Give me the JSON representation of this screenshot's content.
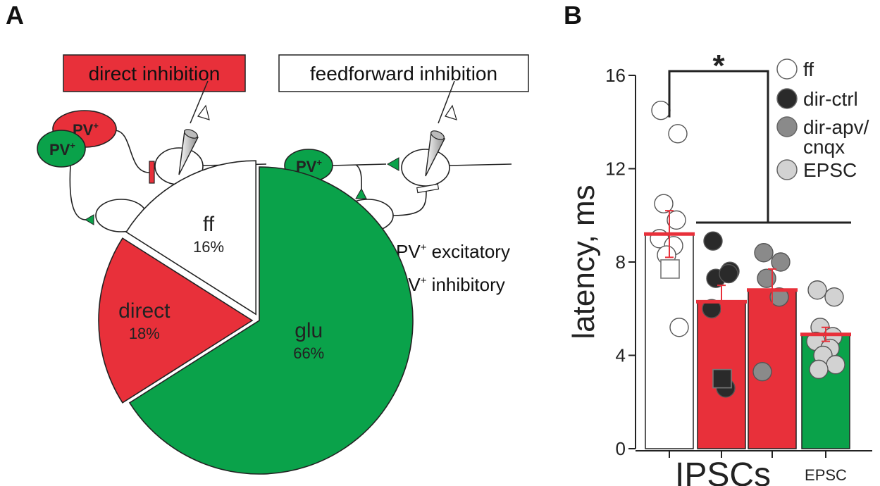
{
  "panels": {
    "a_letter": "A",
    "b_letter": "B"
  },
  "circuit": {
    "direct_box_label": "direct inhibition",
    "feedforward_box_label": "feedforward inhibition",
    "pv_base": "PV",
    "pv_sup": "+"
  },
  "legend_a": {
    "excitatory": " excitatory",
    "inhibitory": " inhibitory"
  },
  "colors": {
    "red": "#e8303a",
    "green": "#0aa24a",
    "dark": "#2a2a2a",
    "mid_gray": "#8a8a8a",
    "light_gray": "#d2d2d2",
    "error": "#e8303a"
  },
  "chart_data": [
    {
      "type": "pie",
      "slices": [
        {
          "label": "glu",
          "pct_label": "66%",
          "value": 66,
          "color": "#0aa24a",
          "exploded": false
        },
        {
          "label": "direct",
          "pct_label": "18%",
          "value": 18,
          "color": "#e8303a",
          "exploded": true
        },
        {
          "label": "ff",
          "pct_label": "16%",
          "value": 16,
          "color": "#ffffff",
          "exploded": true
        }
      ]
    },
    {
      "type": "bar",
      "ylabel": "latency, ms",
      "ylim": [
        0,
        16
      ],
      "yticks": [
        0,
        4,
        8,
        12,
        16
      ],
      "group_labels": [
        "IPSCs",
        "EPSC"
      ],
      "significance": "*",
      "categories": [
        "ff",
        "dir-ctrl",
        "dir-apv/cnqx",
        "EPSC"
      ],
      "legend": [
        {
          "label": "ff",
          "fill": "#ffffff"
        },
        {
          "label": "dir-ctrl",
          "fill": "#2a2a2a"
        },
        {
          "label": "dir-apv/",
          "label2": "cnqx",
          "fill": "#8a8a8a"
        },
        {
          "label": "EPSC",
          "fill": "#d2d2d2"
        }
      ],
      "series": [
        {
          "name": "ff",
          "mean": 9.2,
          "sem": 1.0,
          "bar_fill": "#ffffff",
          "point_fill": "#ffffff",
          "points": [
            14.5,
            13.5,
            10.5,
            9.8,
            9.0,
            8.7,
            8.3,
            5.2
          ],
          "squares": [
            7.7
          ]
        },
        {
          "name": "dir-ctrl",
          "mean": 6.3,
          "sem": 0.7,
          "bar_fill": "#e8303a",
          "point_fill": "#2a2a2a",
          "points": [
            8.9,
            7.6,
            7.3,
            7.5,
            6.0,
            2.6
          ],
          "squares": [
            3.0
          ]
        },
        {
          "name": "dir-apv/cnqx",
          "mean": 6.8,
          "sem": 0.9,
          "bar_fill": "#e8303a",
          "point_fill": "#8a8a8a",
          "points": [
            8.4,
            8.0,
            7.3,
            6.5,
            3.3
          ],
          "squares": []
        },
        {
          "name": "EPSC",
          "mean": 4.9,
          "sem": 0.3,
          "bar_fill": "#0aa24a",
          "point_fill": "#d2d2d2",
          "points": [
            6.8,
            6.5,
            5.2,
            4.8,
            4.6,
            4.3,
            4.0,
            3.6,
            3.4
          ],
          "squares": []
        }
      ]
    }
  ]
}
